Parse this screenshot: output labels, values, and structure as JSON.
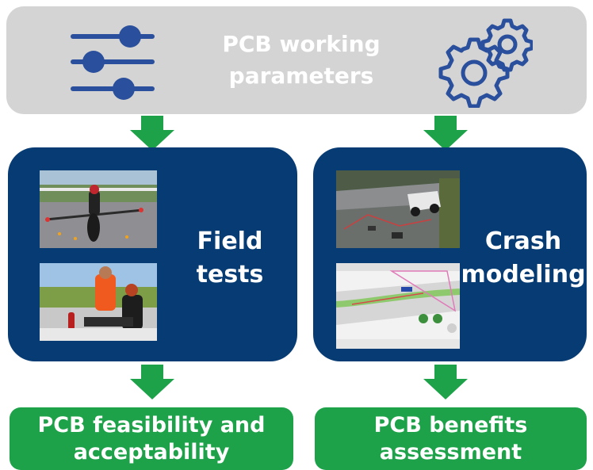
{
  "top": {
    "title": "PCB working parameters"
  },
  "left_panel": {
    "label": "Field tests"
  },
  "right_panel": {
    "label": "Crash modeling"
  },
  "results": {
    "left": "PCB feasibility and acceptability",
    "right": "PCB benefits assessment"
  },
  "colors": {
    "top_bar": "#d4d4d4",
    "icon_blue": "#2a4f9c",
    "panel_navy": "#073b73",
    "arrow_green": "#1da24a",
    "result_green": "#1da24a"
  },
  "icons": {
    "left": "sliders-icon",
    "right": "gears-icon"
  }
}
